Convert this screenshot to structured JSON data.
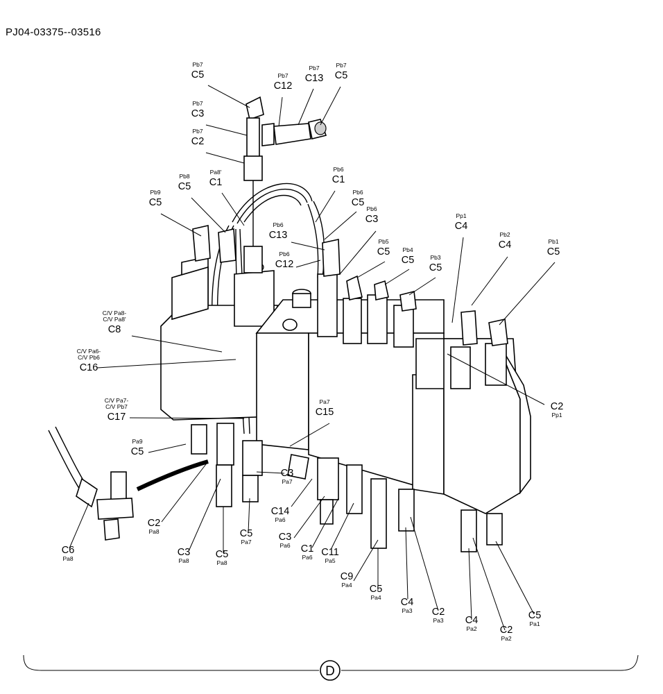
{
  "doc_code": "PJ04-03375--03516",
  "section_letter": "D",
  "callouts": [
    {
      "port": "Pb7",
      "part": "C5"
    },
    {
      "port": "Pb7",
      "part": "C3"
    },
    {
      "port": "Pb7",
      "part": "C2"
    },
    {
      "port": "Pb7",
      "part": "C12"
    },
    {
      "port": "Pb7",
      "part": "C13"
    },
    {
      "port": "Pb7",
      "part": "C5"
    },
    {
      "port": "Pa8'",
      "part": "C1"
    },
    {
      "port": "Pb8",
      "part": "C5"
    },
    {
      "port": "Pb9",
      "part": "C5"
    },
    {
      "port": "Pb6",
      "part": "C1"
    },
    {
      "port": "Pb6",
      "part": "C5"
    },
    {
      "port": "Pb6",
      "part": "C3"
    },
    {
      "port": "Pb6",
      "part": "C13"
    },
    {
      "port": "Pb6",
      "part": "C12"
    },
    {
      "port": "Pb5",
      "part": "C5"
    },
    {
      "port": "Pb4",
      "part": "C5"
    },
    {
      "port": "Pb3",
      "part": "C5"
    },
    {
      "port": "Pp1",
      "part": "C4"
    },
    {
      "port": "Pb2",
      "part": "C4"
    },
    {
      "port": "Pb1",
      "part": "C5"
    },
    {
      "port": "C/V Pa8-\nC/V Pa8'",
      "part": "C8"
    },
    {
      "port": "C/V Pa6-\nC/V Pb6",
      "part": "C16"
    },
    {
      "port": "C/V Pa7-\nC/V Pb7",
      "part": "C17"
    },
    {
      "port": "Pa7",
      "part": "C15"
    },
    {
      "port": "Pp1",
      "part": "C2"
    },
    {
      "port": "Pa9",
      "part": "C5"
    },
    {
      "port": "Pa7",
      "part": "C3"
    },
    {
      "port": "Pa6",
      "part": "C14"
    },
    {
      "port": "Pa8",
      "part": "C6"
    },
    {
      "port": "Pa8",
      "part": "C2"
    },
    {
      "port": "Pa8",
      "part": "C3"
    },
    {
      "port": "Pa8",
      "part": "C5"
    },
    {
      "port": "Pa7",
      "part": "C5"
    },
    {
      "port": "Pa6",
      "part": "C3"
    },
    {
      "port": "Pa6",
      "part": "C1"
    },
    {
      "port": "Pa5",
      "part": "C11"
    },
    {
      "port": "Pa4",
      "part": "C9"
    },
    {
      "port": "Pa4",
      "part": "C5"
    },
    {
      "port": "Pa3",
      "part": "C4"
    },
    {
      "port": "Pa3",
      "part": "C2"
    },
    {
      "port": "Pa2",
      "part": "C4"
    },
    {
      "port": "Pa2",
      "part": "C2"
    },
    {
      "port": "Pa1",
      "part": "C5"
    }
  ]
}
